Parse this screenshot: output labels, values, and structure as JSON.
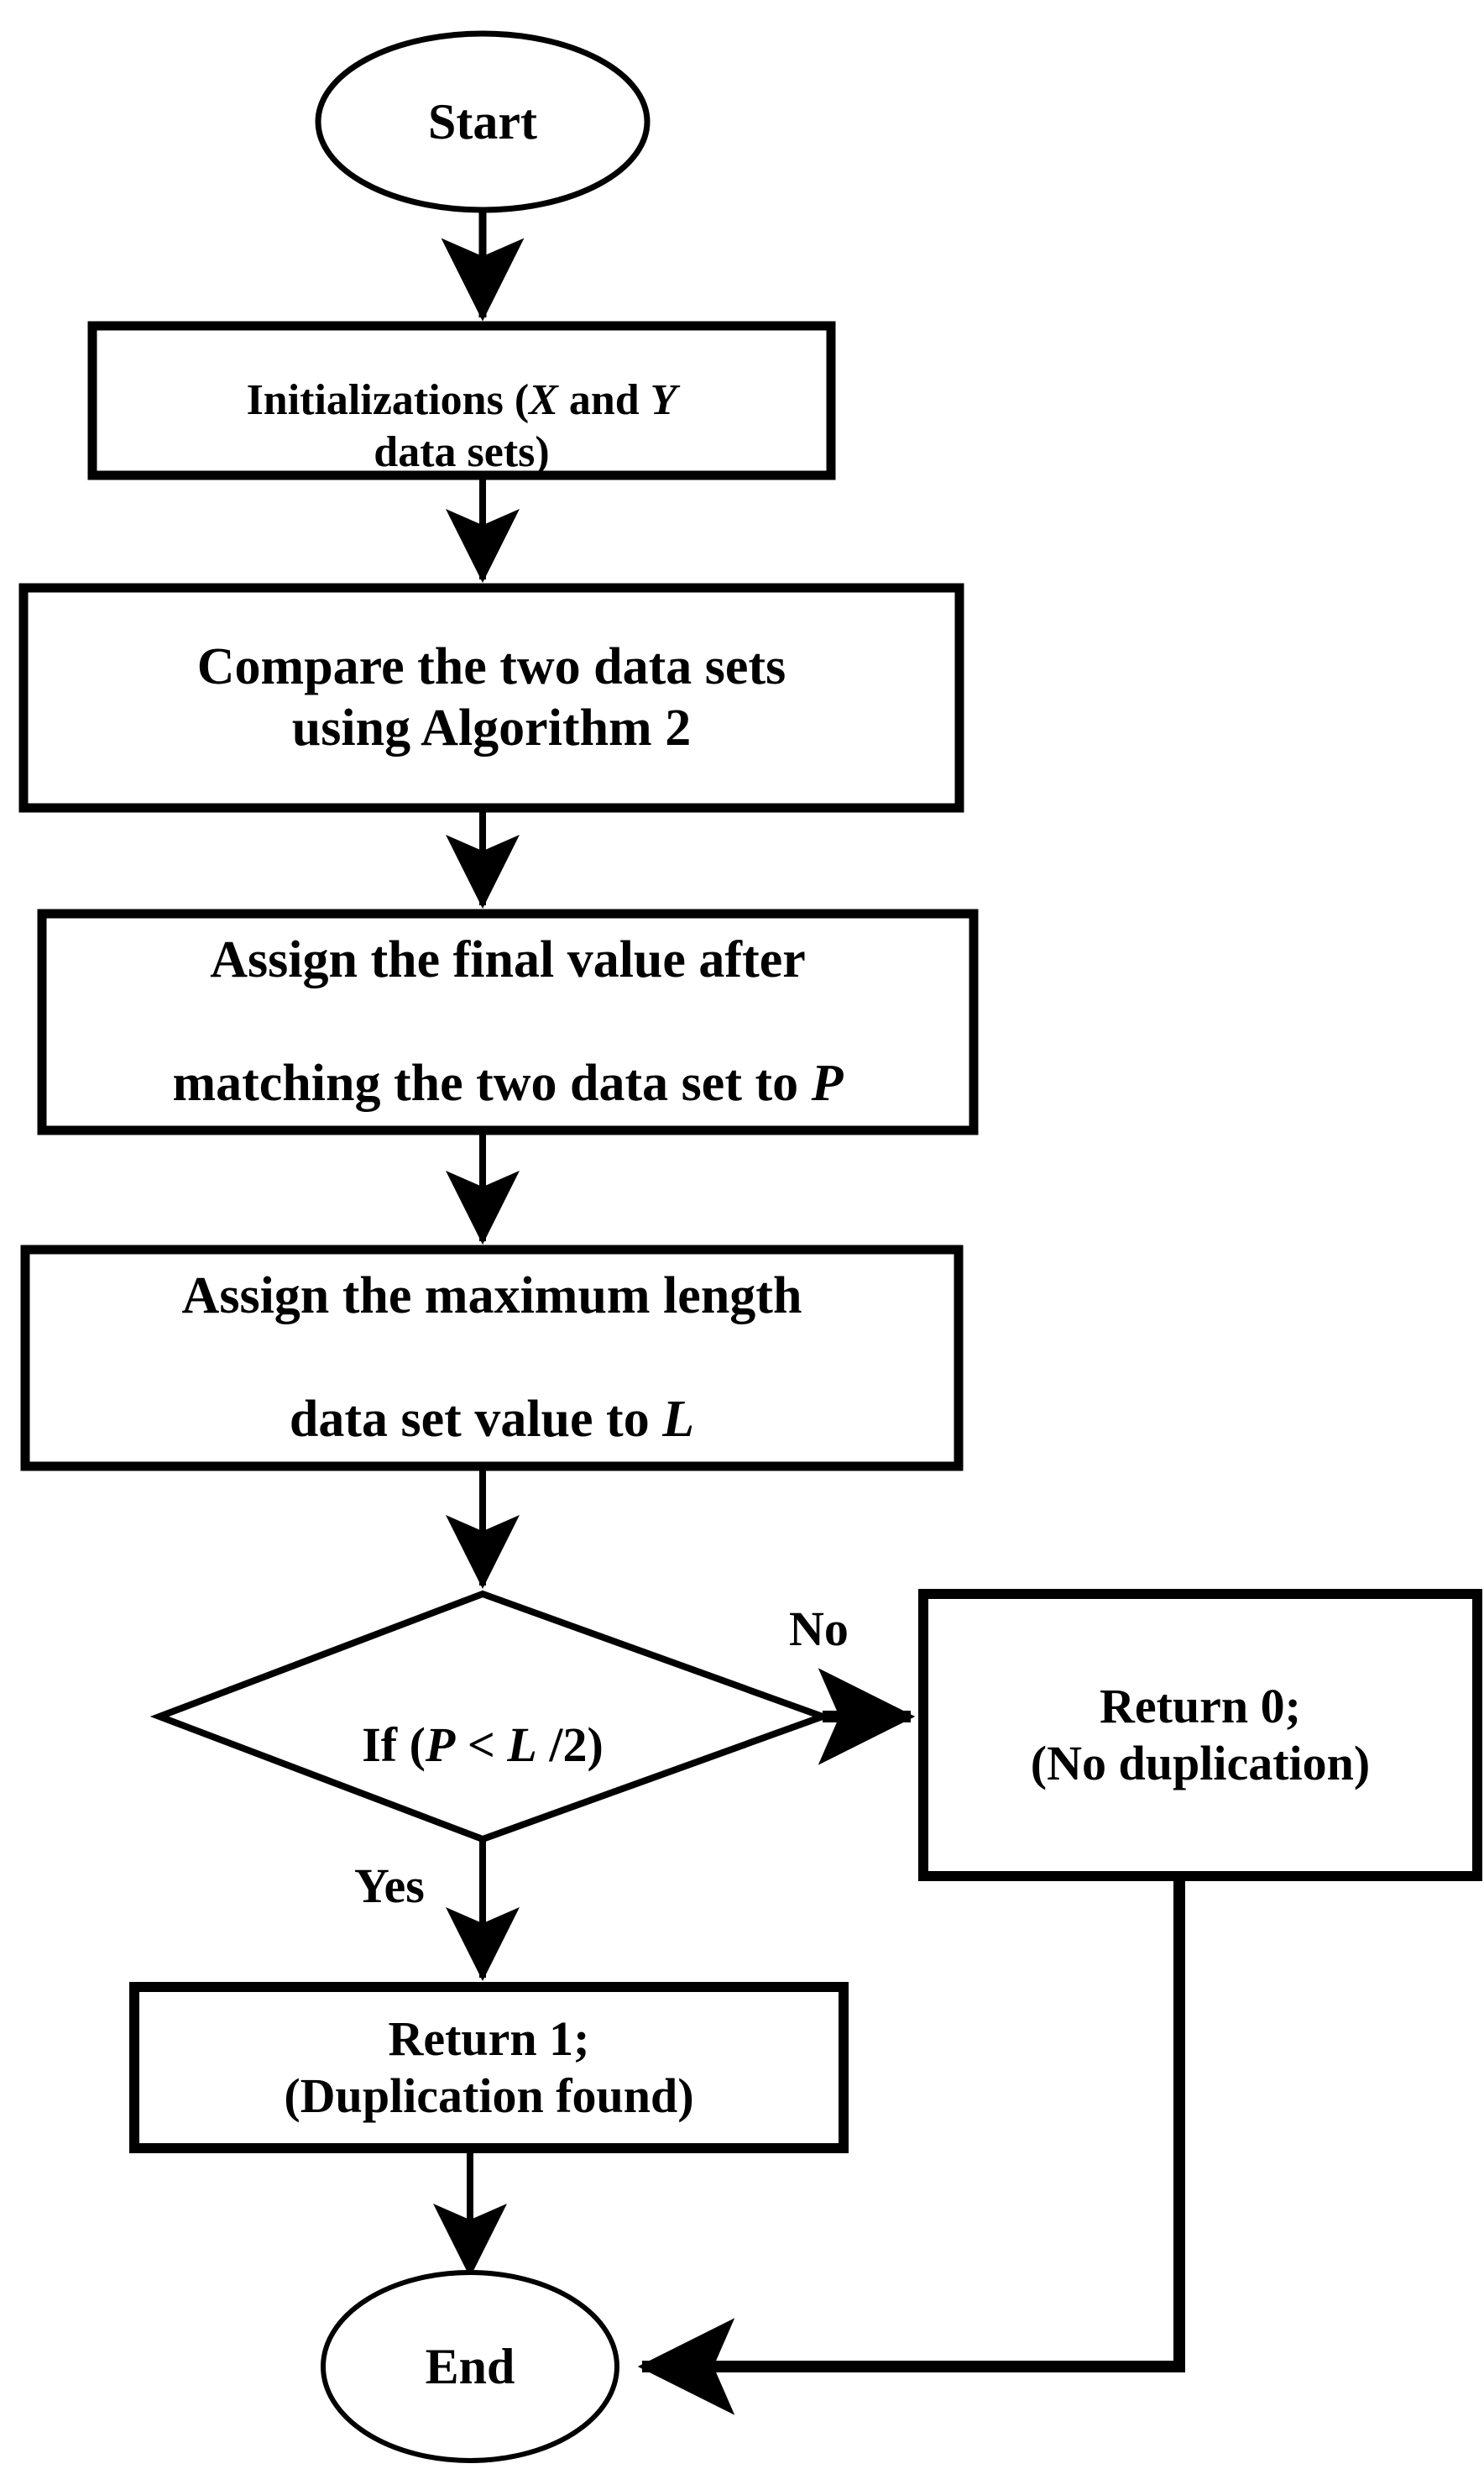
{
  "diagram": {
    "type": "flowchart",
    "title": "Duplication detection flowchart",
    "background_color": "#ffffff",
    "line_color": "#000000",
    "nodes": [
      {
        "id": "start",
        "shape": "ellipse",
        "label": "Start"
      },
      {
        "id": "init",
        "shape": "rectangle",
        "label_line1_a": "Initializations (",
        "label_line1_x": "X",
        "label_line1_b": " and ",
        "label_line1_y": "Y",
        "label_line2": "data sets)"
      },
      {
        "id": "compare",
        "shape": "rectangle",
        "label_line1": "Compare the two data sets",
        "label_line2": "using Algorithm 2"
      },
      {
        "id": "assign_p",
        "shape": "rectangle",
        "label_line1": "Assign the final value after",
        "label_line2_a": "matching the two data set to ",
        "label_line2_var": "P"
      },
      {
        "id": "assign_l",
        "shape": "rectangle",
        "label_line1": "Assign the maximum length",
        "label_line2_a": "data set value to ",
        "label_line2_var": "L"
      },
      {
        "id": "decision",
        "shape": "diamond",
        "label_a": "If (",
        "label_var1": "P",
        "label_b": " < ",
        "label_var2": "L",
        "label_c": " /2)"
      },
      {
        "id": "return0",
        "shape": "rectangle",
        "label_line1": "Return 0;",
        "label_line2": "(No duplication)"
      },
      {
        "id": "return1",
        "shape": "rectangle",
        "label_line1": "Return 1;",
        "label_line2": "(Duplication found)"
      },
      {
        "id": "end",
        "shape": "ellipse",
        "label": "End"
      }
    ],
    "edge_labels": {
      "no": "No",
      "yes": "Yes"
    }
  }
}
